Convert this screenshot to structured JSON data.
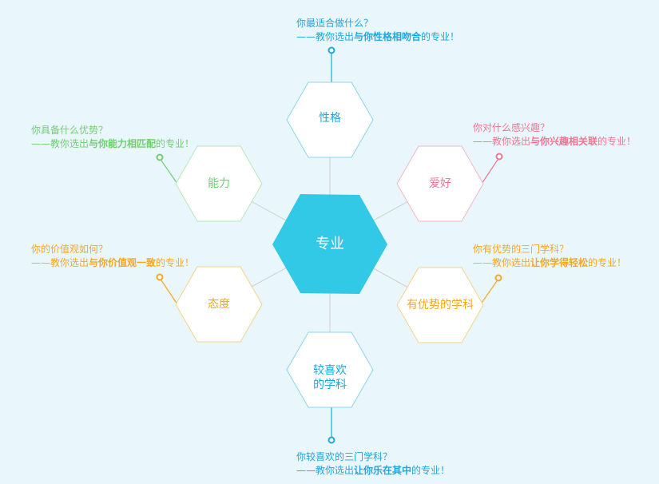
{
  "center": {
    "label": "专业",
    "color": "#31c9e6"
  },
  "nodes": [
    {
      "key": "personality",
      "label": "性格",
      "color": "#1ea7e0",
      "q": "你最适合做什么？",
      "pre": "——教你选出",
      "bold": "与你性格相吻合",
      "post": "的专业！"
    },
    {
      "key": "hobby",
      "label": "爱好",
      "color": "#f07590",
      "q": "你对什么感兴趣？",
      "pre": "——教你选出",
      "bold": "与你兴趣相关联",
      "post": "的专业！"
    },
    {
      "key": "strength",
      "label": "有优势的学科",
      "color": "#f5a623",
      "q": "你有优势的三门学科？",
      "pre": "——教你选出",
      "bold": "让你学得轻松",
      "post": "的专业！"
    },
    {
      "key": "favorite",
      "label": "较喜欢",
      "label2": "的学科",
      "color": "#1ea7e0",
      "q": "你较喜欢的三门学科？",
      "pre": "——教你选出",
      "bold": "让你乐在其中",
      "post": "的专业！"
    },
    {
      "key": "attitude",
      "label": "态度",
      "color": "#f5a623",
      "q": "你的价值观如何？",
      "pre": "——教你选出",
      "bold": "与你价值观一致",
      "post": "的专业！"
    },
    {
      "key": "ability",
      "label": "能力",
      "color": "#6fcf6f",
      "q": "你具备什么优势？",
      "pre": "——教你选出",
      "bold": "与你能力相匹配",
      "post": "的专业！"
    }
  ]
}
